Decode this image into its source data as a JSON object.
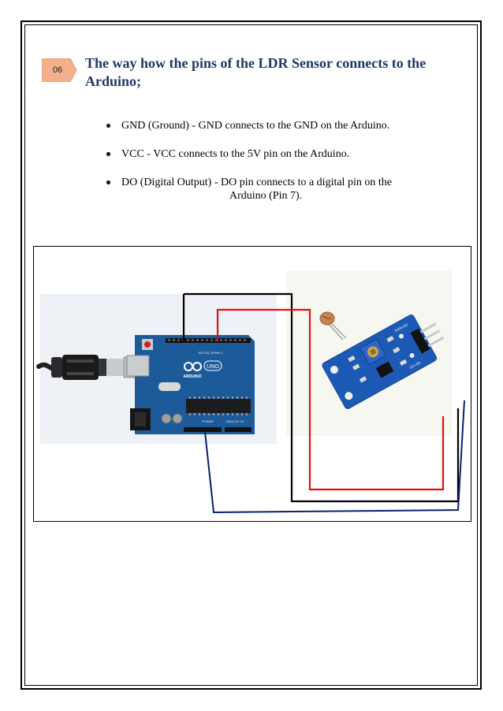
{
  "section": {
    "number": "06"
  },
  "heading": "The way how the pins of the LDR Sensor connects to the Arduino;",
  "bullets": [
    {
      "line1": "GND (Ground) - GND connects to the GND on the Arduino.",
      "line2": ""
    },
    {
      "line1": "VCC - VCC connects to the 5V pin on the Arduino.",
      "line2": ""
    },
    {
      "line1": "DO (Digital Output) -  DO pin connects to a digital pin on the",
      "line2": "Arduino (Pin 7)."
    }
  ],
  "diagram": {
    "board_logo": "ARDUINO",
    "board_model": "UNO",
    "digital_header_label": "DIGITAL (PWM~)",
    "power_label": "POWER",
    "analog_label": "ANALOG IN",
    "module_label_pwr": "PWR-LED",
    "module_label_do": "DO-LED",
    "wire_colors": {
      "gnd": "#000000",
      "vcc": "#e01010",
      "do": "#0a1f6e"
    }
  },
  "colors": {
    "heading": "#1f3864",
    "badge_fill": "#f4b08a",
    "board_blue": "#1d5a9a",
    "module_blue": "#1c5ab5"
  }
}
